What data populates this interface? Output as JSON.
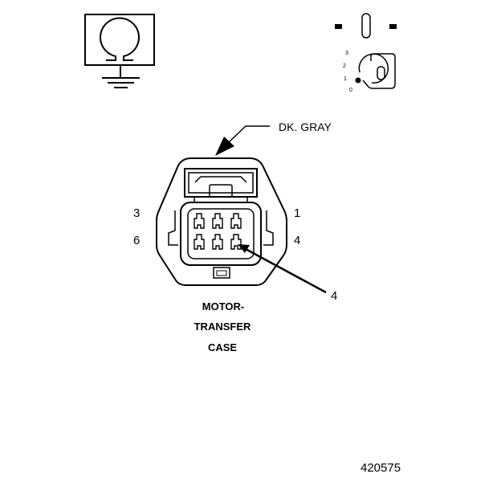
{
  "symbols": {
    "ohmmeter_icon": "ohmmeter-icon",
    "ground_icon": "ground-icon",
    "ignition_key_icon": "ignition-key-icon"
  },
  "key_positions": [
    "3",
    "2",
    "1",
    "0"
  ],
  "wire": {
    "color_label": "DK. GRAY"
  },
  "pins": {
    "top_left": "3",
    "bottom_left": "6",
    "top_right": "1",
    "bottom_right": "4"
  },
  "callout": {
    "label": "4"
  },
  "connector": {
    "caption_line1": "MOTOR-",
    "caption_line2": "TRANSFER",
    "caption_line3": "CASE"
  },
  "figure_number": "420575"
}
